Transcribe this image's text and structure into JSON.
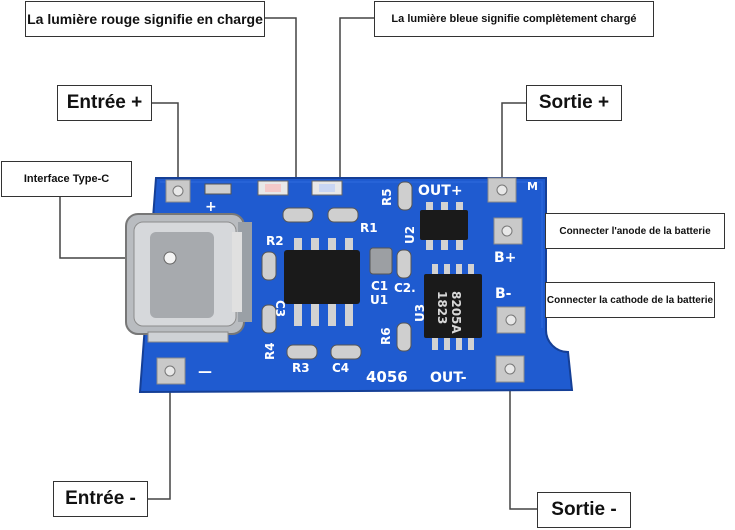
{
  "labels": {
    "red_light": "La lumière rouge signifie en charge",
    "blue_light": "La lumière bleue signifie complètement chargé",
    "input_plus": "Entrée +",
    "output_plus": "Sortie +",
    "type_c": "Interface Type-C",
    "battery_anode": "Connecter l'anode de la batterie",
    "battery_cathode": "Connecter la cathode de la batterie",
    "input_minus": "Entrée -",
    "output_minus": "Sortie -"
  },
  "silkscreen": {
    "out_plus": "OUT+",
    "out_minus": "OUT-",
    "b_plus": "B+",
    "b_minus": "B-",
    "board_id": "4056",
    "r1": "R1",
    "r2": "R2",
    "r3": "R3",
    "r4": "R4",
    "r5": "R5",
    "r6": "R6",
    "c1": "C1",
    "c2": "C2.",
    "c3": "C3",
    "c4": "C4",
    "u1": "U1",
    "u2": "U2",
    "u3": "U3",
    "chip_u3_line1": "8205A",
    "chip_u3_line2": "1823",
    "plus_mark": "+",
    "minus_mark": "—",
    "m_mark": "M"
  },
  "colors": {
    "pcb": "#1f5bd0",
    "pcb_dark": "#163f96",
    "chip": "#1a1a1a",
    "pad": "#c9c9c9",
    "connector": "#b9bcc0",
    "line": "#444444"
  }
}
